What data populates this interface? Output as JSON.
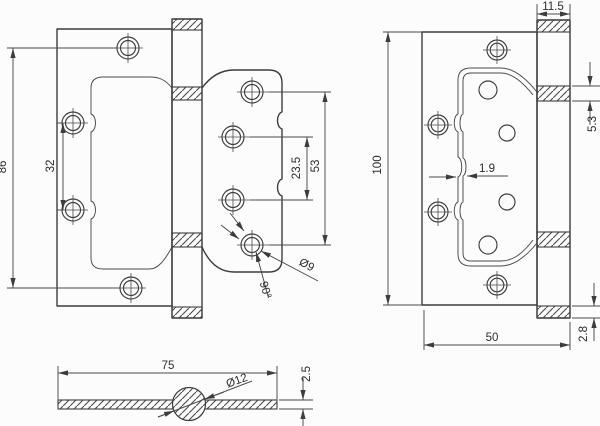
{
  "colors": {
    "background": "#fcfcfc",
    "line": "#3d3d3d",
    "text": "#2c2c2c"
  },
  "front_view": {
    "dims": {
      "outer_hole_spacing": "86",
      "left_hole_spacing": "32",
      "right_hole_spacing_inner": "23.5",
      "right_hole_spacing_outer": "53",
      "countersink_diameter": "Ø9",
      "countersink_angle": "90°"
    }
  },
  "side_view": {
    "dims": {
      "knuckle_width": "11.5",
      "leaf_height": "100",
      "knuckle_gap": "5.3",
      "sheet_thickness": "1.9",
      "leaf_width": "50",
      "knuckle_bottom_offset": "2.8"
    }
  },
  "top_view": {
    "dims": {
      "leaf_length": "75",
      "pin_diameter": "Ø12",
      "plate_thickness": "2.5"
    }
  }
}
